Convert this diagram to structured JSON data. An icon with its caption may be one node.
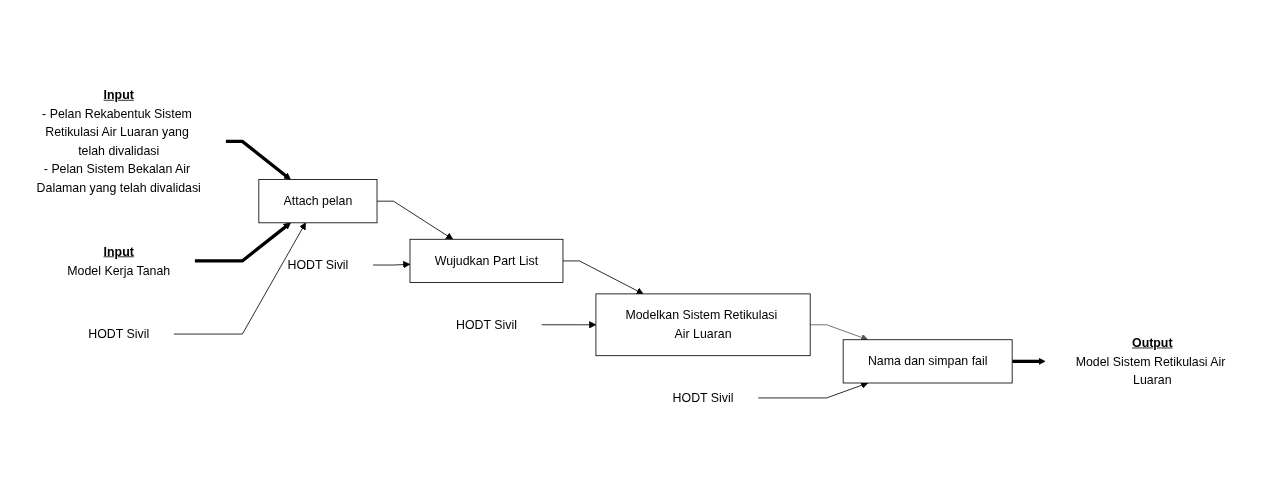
{
  "diagram": {
    "nodes": [
      {
        "text": [
          "Input",
          "- Pelan Rekabentuk Sistem Retikulasi Air Luaran yang telah divalidasi",
          "- Pelan Sistem Bekalan Air Dalaman yang telah divalidasi"
        ]
      },
      {
        "text": [
          "Input",
          "Model Kerja Tanah"
        ]
      },
      {
        "text": [
          "Attach pelan"
        ]
      },
      {
        "text": [
          "HODT Sivil"
        ]
      },
      {
        "text": [
          "Wujudkan Part List"
        ]
      },
      {
        "text": [
          "HODT Sivil"
        ]
      },
      {
        "text": [
          "Modelkan Sistem Retikulasi Air Luaran"
        ]
      },
      {
        "text": [
          "HODT Sivil"
        ]
      },
      {
        "text": [
          "Nama dan simpan fail"
        ]
      },
      {
        "text": [
          "HODT Sivil"
        ]
      },
      {
        "text": [
          "Output",
          "Model Sistem Retikulasi Air Luaran"
        ]
      }
    ],
    "edges": [
      {
        "from": 0,
        "to": 2,
        "arrow": "to",
        "style": "thick"
      },
      {
        "from": 1,
        "to": 2,
        "arrow": "to",
        "style": "thick"
      },
      {
        "from": 3,
        "to": 2,
        "arrow": "to"
      },
      {
        "from": 2,
        "to": 4,
        "arrow": "to"
      },
      {
        "from": 5,
        "to": 4,
        "arrow": "to"
      },
      {
        "from": 4,
        "to": 6,
        "arrow": "to"
      },
      {
        "from": 7,
        "to": 6,
        "arrow": "to"
      },
      {
        "from": 6,
        "to": 8,
        "arrow": "to",
        "color": "#555555"
      },
      {
        "from": 9,
        "to": 8,
        "arrow": "to"
      },
      {
        "from": 8,
        "to": 10,
        "arrow": "to",
        "style": "thick"
      }
    ]
  }
}
